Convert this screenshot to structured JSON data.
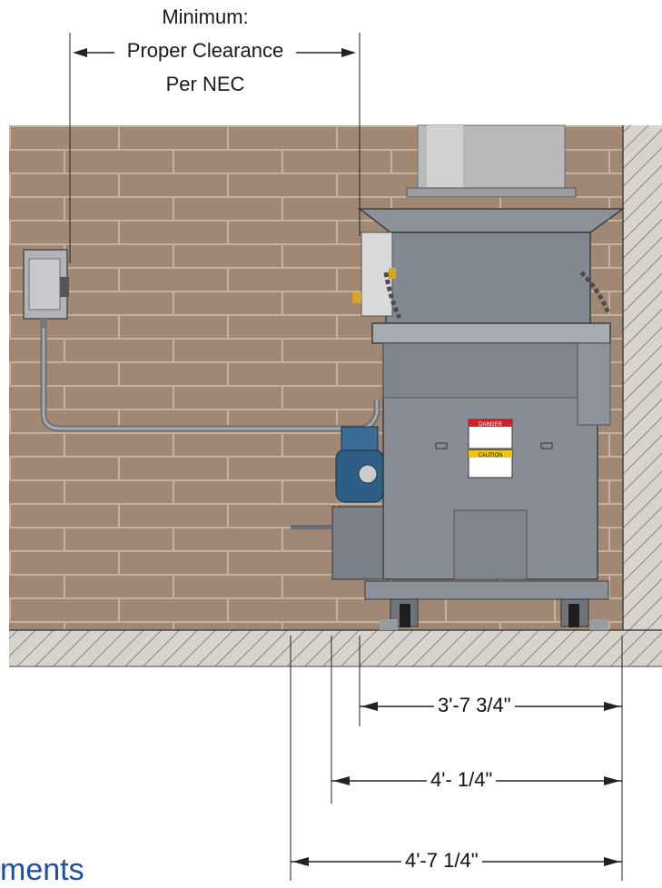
{
  "clearance": {
    "line1": "Minimum:",
    "line2": "Proper Clearance",
    "line3": "Per NEC"
  },
  "dimensions": {
    "d1": "3'-7 3/4\"",
    "d2": "4'- 1/4\"",
    "d3": "4'-7 1/4\""
  },
  "labels": {
    "danger": "DANGER",
    "caution": "CAUTION"
  },
  "footer": {
    "text": "ments"
  },
  "colors": {
    "brick": "#9c8470",
    "mortar": "#b9a794",
    "machine": "#8a9099",
    "motor": "#2f5f86",
    "footer_text": "#1f4fa0"
  }
}
